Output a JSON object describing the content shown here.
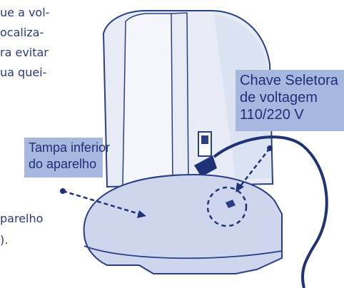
{
  "body_text_left": {
    "line1": "ue a vol-",
    "line2": "ocaliza-",
    "line3": "ra evitar",
    "line4": "ua quei-",
    "line5": "parelho",
    "line6": ")."
  },
  "callouts": {
    "voltage_switch": {
      "line1": "Chave Seletora",
      "line2": "de voltagem",
      "line3": "110/220 V"
    },
    "bottom_cover": {
      "line1": "Tampa inferior",
      "line2": "do aparelho"
    }
  },
  "colors": {
    "text": "#2a3a80",
    "label_bg": "#a6b8de",
    "appliance_outline": "#2b3f86",
    "appliance_fill": "#cdd6ec"
  }
}
